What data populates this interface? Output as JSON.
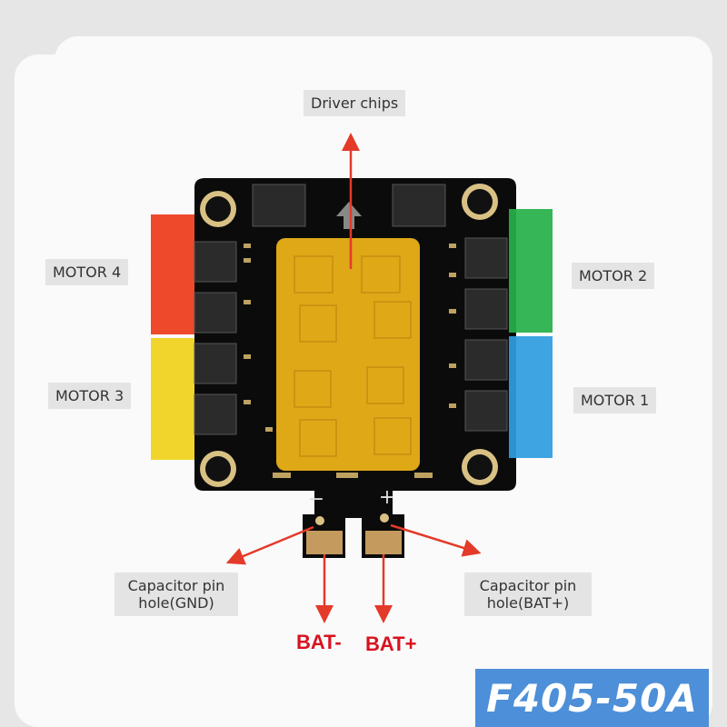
{
  "labels": {
    "driver_chips": "Driver chips",
    "motor_1": "MOTOR 1",
    "motor_2": "MOTOR 2",
    "motor_3": "MOTOR 3",
    "motor_4": "MOTOR 4",
    "cap_gnd": "Capacitor pin hole(GND)",
    "cap_bat": "Capacitor pin hole(BAT+)",
    "bat_minus": "BAT-",
    "bat_plus": "BAT+",
    "pad_minus": "−",
    "pad_plus": "+"
  },
  "model": "F405-50A",
  "colors": {
    "board": "#0b0b0b",
    "highlight": "#f2b619",
    "motor_1": "#2f9ee0",
    "motor_2": "#27b04a",
    "motor_3": "#f0d21c",
    "motor_4": "#ee3b1c",
    "arrow": "#e43a2a",
    "model_bg": "#4d8fd8"
  }
}
